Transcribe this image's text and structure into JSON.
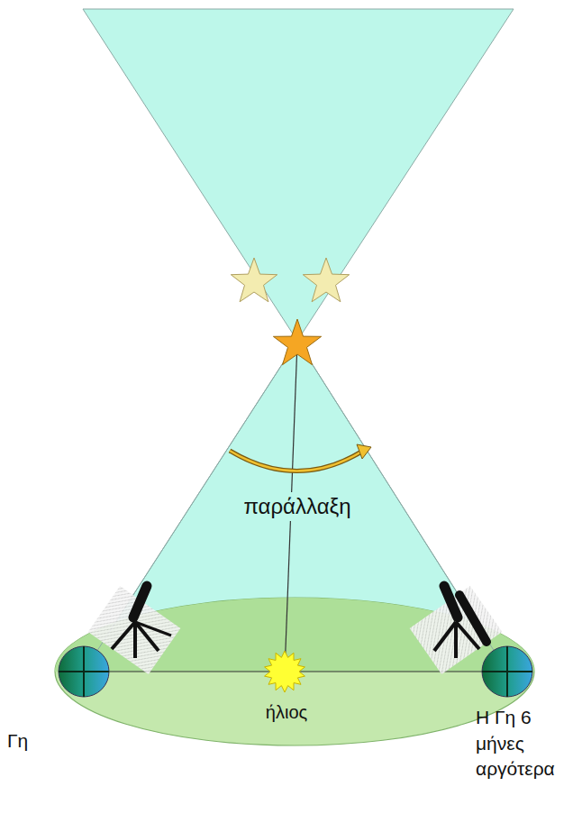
{
  "diagram": {
    "labels": [
      "παράλλαξη",
      "ήλιος",
      "Γη",
      "Η Γη 6 μήνες αργότερα"
    ]
  }
}
